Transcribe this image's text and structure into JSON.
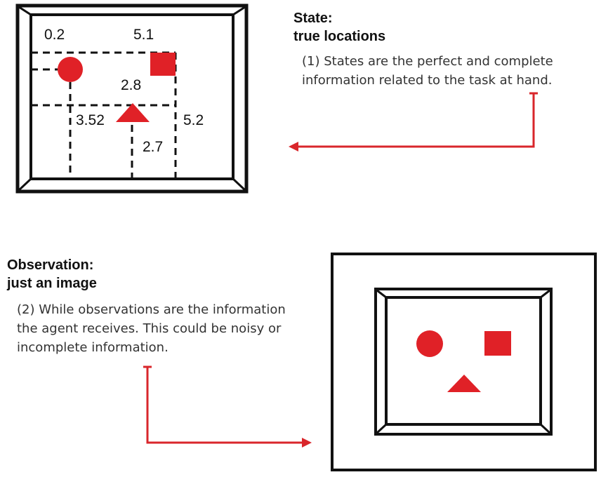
{
  "state": {
    "heading_line1": "State:",
    "heading_line2": "true locations",
    "note_lines": [
      "(1) States are the perfect and complete",
      "information related to the task at hand."
    ],
    "measurements": [
      "0.2",
      "5.1",
      "2.8",
      "3.52",
      "5.2",
      "2.7"
    ]
  },
  "observation": {
    "heading_line1": "Observation:",
    "heading_line2": "just an image",
    "note_lines": [
      "(2) While observations are the information",
      "the agent receives. This could be noisy or",
      "incomplete information."
    ]
  },
  "colors": {
    "shape_red": "#e02127",
    "arrow_red": "#d9262b",
    "frame": "#111111"
  }
}
